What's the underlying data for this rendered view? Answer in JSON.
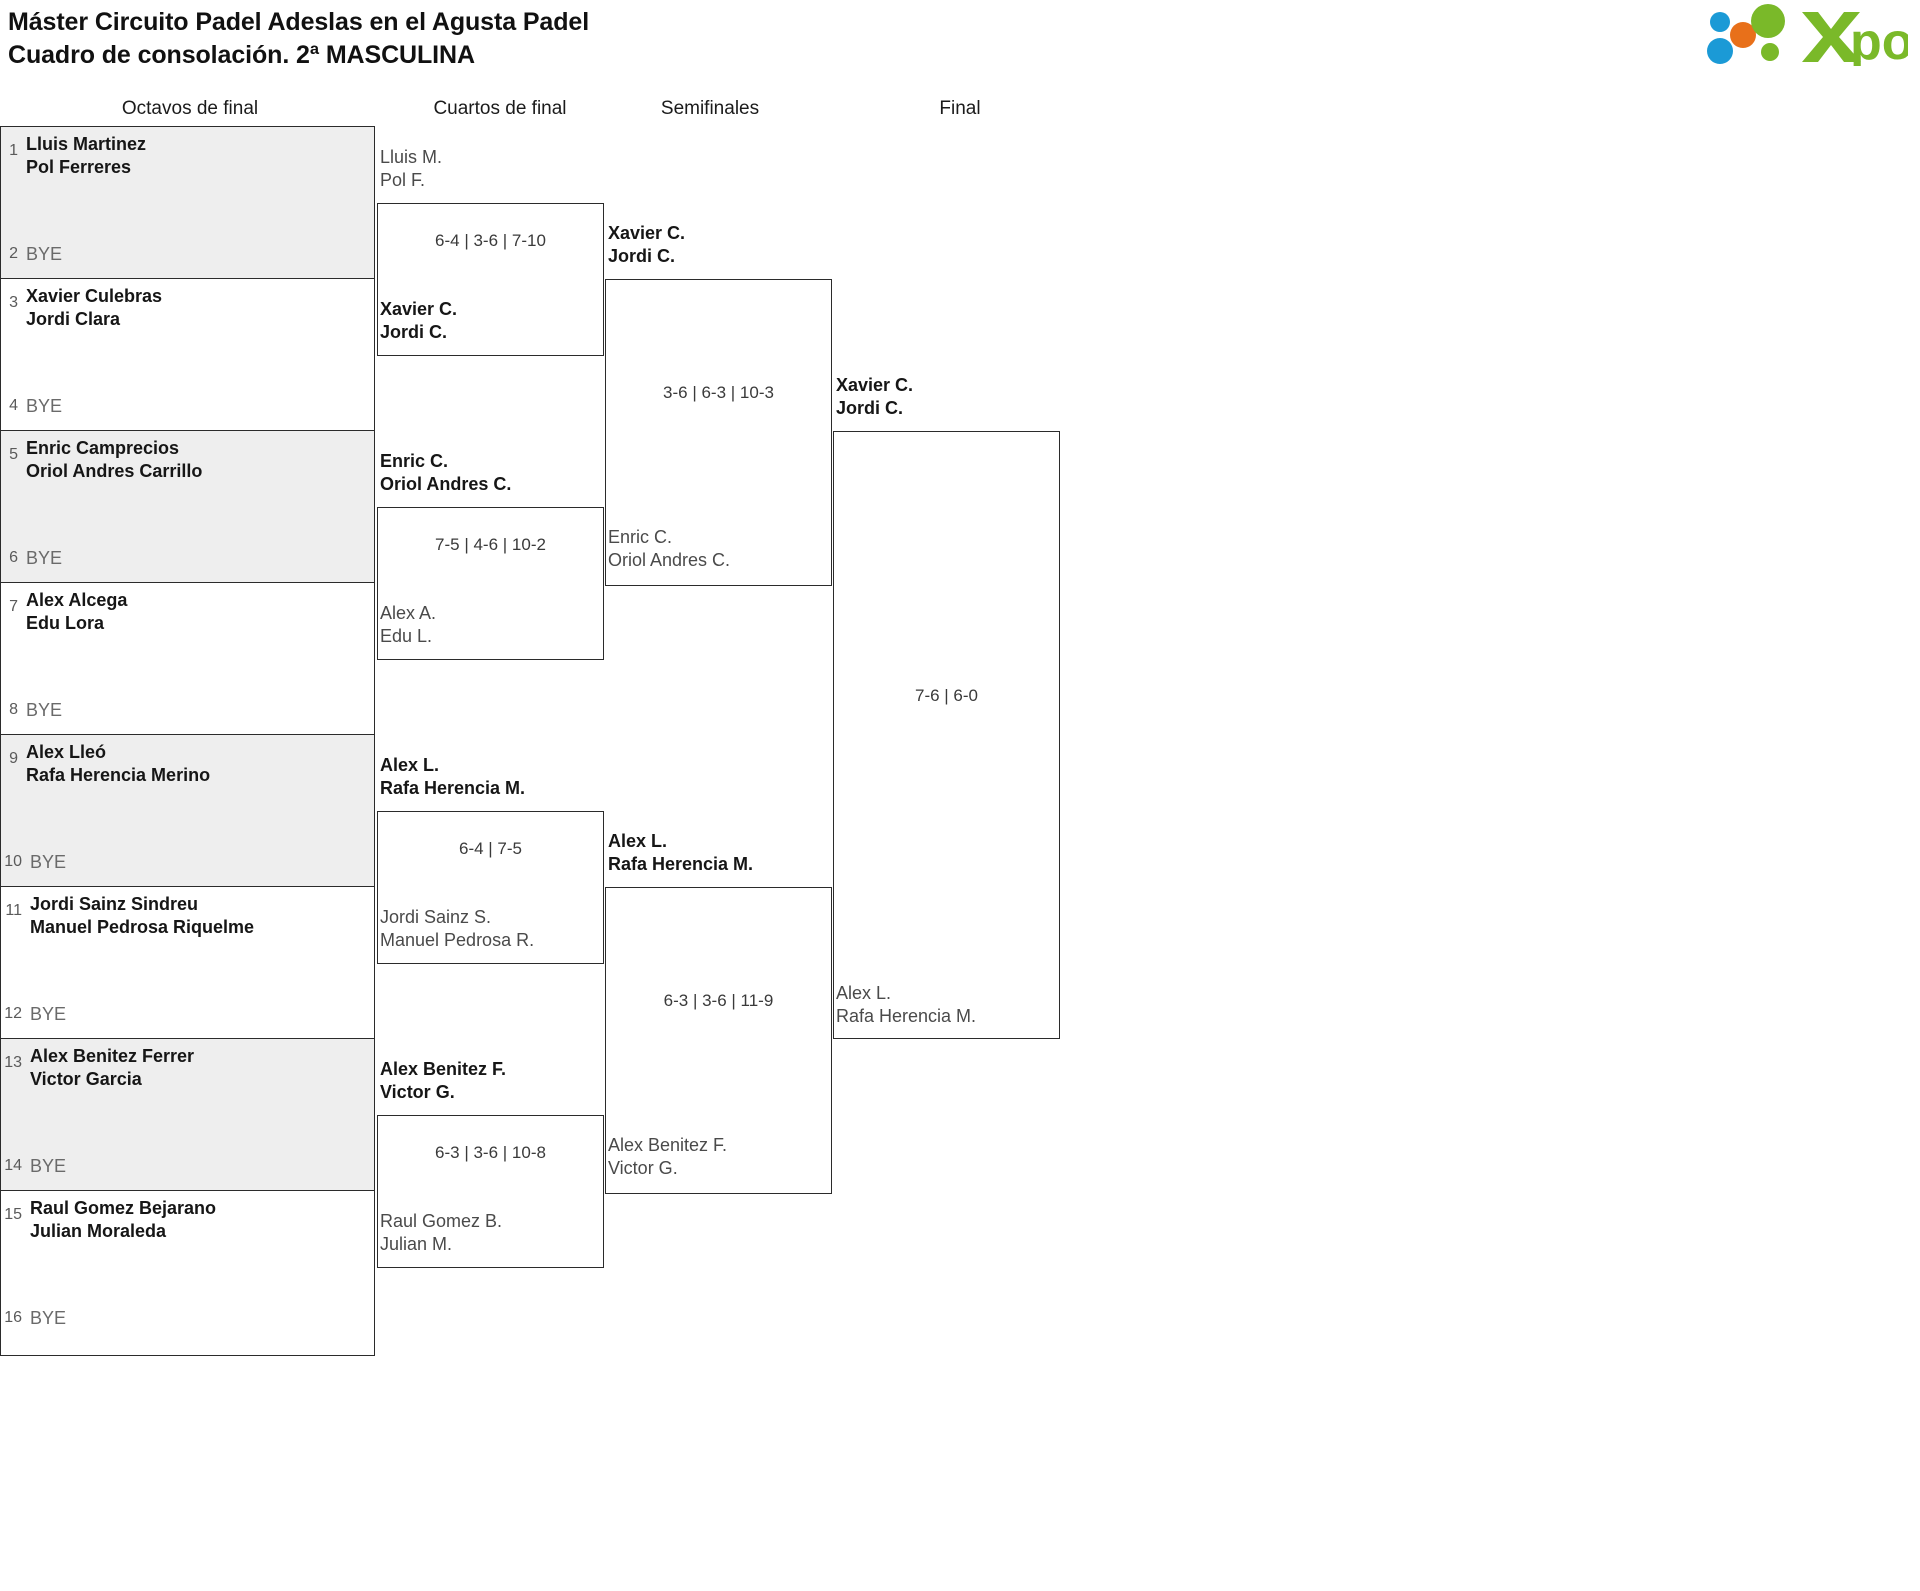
{
  "header": {
    "title_line1": "Máster Circuito Padel Adeslas en el Agusta Padel",
    "title_line2": "Cuadro de consolación. 2ª MASCULINA",
    "logo_text": "xporty",
    "logo_colors": {
      "green": "#7ab929",
      "blue": "#1b9ad6",
      "orange": "#e8701a"
    }
  },
  "rounds": [
    {
      "label": "Octavos de final"
    },
    {
      "label": "Cuartos de final"
    },
    {
      "label": "Semifinales"
    },
    {
      "label": "Final"
    }
  ],
  "bye_label": "BYE",
  "round1": [
    {
      "seed": "1",
      "p1": "Lluis Martinez",
      "p2": "Pol Ferreres",
      "bye": false,
      "winner": true,
      "shaded": true
    },
    {
      "seed": "2",
      "p1": "BYE",
      "p2": "",
      "bye": true,
      "winner": false,
      "shaded": true
    },
    {
      "seed": "3",
      "p1": "Xavier Culebras",
      "p2": "Jordi Clara",
      "bye": false,
      "winner": true,
      "shaded": false
    },
    {
      "seed": "4",
      "p1": "BYE",
      "p2": "",
      "bye": true,
      "winner": false,
      "shaded": false
    },
    {
      "seed": "5",
      "p1": "Enric Camprecios",
      "p2": "Oriol Andres Carrillo",
      "bye": false,
      "winner": true,
      "shaded": true
    },
    {
      "seed": "6",
      "p1": "BYE",
      "p2": "",
      "bye": true,
      "winner": false,
      "shaded": true
    },
    {
      "seed": "7",
      "p1": "Alex Alcega",
      "p2": "Edu Lora",
      "bye": false,
      "winner": true,
      "shaded": false
    },
    {
      "seed": "8",
      "p1": "BYE",
      "p2": "",
      "bye": true,
      "winner": false,
      "shaded": false
    },
    {
      "seed": "9",
      "p1": "Alex Lleó",
      "p2": "Rafa Herencia Merino",
      "bye": false,
      "winner": true,
      "shaded": true
    },
    {
      "seed": "10",
      "p1": "BYE",
      "p2": "",
      "bye": true,
      "winner": false,
      "shaded": true
    },
    {
      "seed": "11",
      "p1": "Jordi Sainz Sindreu",
      "p2": "Manuel Pedrosa Riquelme",
      "bye": false,
      "winner": true,
      "shaded": false
    },
    {
      "seed": "12",
      "p1": "BYE",
      "p2": "",
      "bye": true,
      "winner": false,
      "shaded": false
    },
    {
      "seed": "13",
      "p1": "Alex Benitez Ferrer",
      "p2": "Victor Garcia",
      "bye": false,
      "winner": true,
      "shaded": true
    },
    {
      "seed": "14",
      "p1": "BYE",
      "p2": "",
      "bye": true,
      "winner": false,
      "shaded": true
    },
    {
      "seed": "15",
      "p1": "Raul Gomez Bejarano",
      "p2": "Julian Moraleda",
      "bye": false,
      "winner": true,
      "shaded": false
    },
    {
      "seed": "16",
      "p1": "BYE",
      "p2": "",
      "bye": true,
      "winner": false,
      "shaded": false
    }
  ],
  "quarters": [
    {
      "top": {
        "p1": "Lluis M.",
        "p2": "Pol F.",
        "winner": false
      },
      "bottom": {
        "p1": "Xavier C.",
        "p2": "Jordi C.",
        "winner": true
      },
      "score": "6-4 | 3-6 | 7-10"
    },
    {
      "top": {
        "p1": "Enric C.",
        "p2": "Oriol Andres C.",
        "winner": true
      },
      "bottom": {
        "p1": "Alex A.",
        "p2": "Edu L.",
        "winner": false
      },
      "score": "7-5 | 4-6 | 10-2"
    },
    {
      "top": {
        "p1": "Alex L.",
        "p2": "Rafa Herencia M.",
        "winner": true
      },
      "bottom": {
        "p1": "Jordi Sainz S.",
        "p2": "Manuel Pedrosa R.",
        "winner": false
      },
      "score": "6-4 | 7-5"
    },
    {
      "top": {
        "p1": "Alex Benitez F.",
        "p2": "Victor G.",
        "winner": true
      },
      "bottom": {
        "p1": "Raul Gomez B.",
        "p2": "Julian M.",
        "winner": false
      },
      "score": "6-3 | 3-6 | 10-8"
    }
  ],
  "semifinals": [
    {
      "top": {
        "p1": "Xavier C.",
        "p2": "Jordi C.",
        "winner": true
      },
      "bottom": {
        "p1": "Enric C.",
        "p2": "Oriol Andres C.",
        "winner": false
      },
      "score": "3-6 | 6-3 | 10-3"
    },
    {
      "top": {
        "p1": "Alex L.",
        "p2": "Rafa Herencia M.",
        "winner": true
      },
      "bottom": {
        "p1": "Alex Benitez F.",
        "p2": "Victor G.",
        "winner": false
      },
      "score": "6-3 | 3-6 | 11-9"
    }
  ],
  "final": {
    "top": {
      "p1": "Xavier C.",
      "p2": "Jordi C.",
      "winner": true
    },
    "bottom": {
      "p1": "Alex L.",
      "p2": "Rafa Herencia M.",
      "winner": false
    },
    "score": "7-6 | 6-0"
  }
}
